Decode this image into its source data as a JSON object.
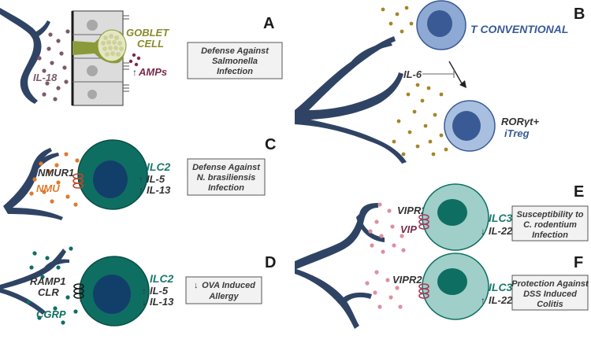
{
  "panels": {
    "a": {
      "letter": "A",
      "cytokine": "IL-18",
      "goblet_line1": "GOBLET",
      "goblet_line2": "CELL",
      "amps": "AMPs",
      "box": [
        "Defense Against",
        "Salmonella",
        "Infection"
      ]
    },
    "b": {
      "letter": "B",
      "cell_top": "T CONVENTIONAL",
      "cytokine": "IL-6",
      "cell_bottom_line1": "RORγt+",
      "cell_bottom_line2": "iTreg"
    },
    "c": {
      "letter": "C",
      "receptor": "NMUR1",
      "ligand": "NMU",
      "cell": "ILC2",
      "out1": "IL-5",
      "out2": "IL-13",
      "box": [
        "Defense Against",
        "N. brasiliensis",
        "Infection"
      ]
    },
    "d": {
      "letter": "D",
      "receptor1": "RAMP1",
      "receptor2": "CLR",
      "ligand": "CGRP",
      "cell": "ILC2",
      "out1": "IL-5",
      "out2": "IL-13",
      "box": [
        "OVA Induced",
        "Allergy"
      ]
    },
    "e": {
      "letter": "E",
      "receptor": "VIPR2",
      "ligand": "VIP",
      "cell": "ILC3",
      "out1": "IL-22",
      "box": [
        "Susceptibility to",
        "C. rodentium",
        "Infection"
      ]
    },
    "f": {
      "letter": "F",
      "receptor": "VIPR2",
      "cell": "ILC3",
      "out1": "IL-22",
      "box": [
        "Protection Against",
        "DSS Induced",
        "Colitis"
      ]
    }
  },
  "colors": {
    "nerve": "#2f4464",
    "ilc_cell": "#0f6e62",
    "ilc_nucleus": "#123f6a",
    "ilc3_cell": "#9fcfc8",
    "ilc3_nucleus": "#0f6e62",
    "t_cell": "#8ea9d3",
    "t_nucleus": "#3a5a95",
    "nmu_dot": "#e07a2e",
    "cgrp_dot": "#0f6e62",
    "vip_dot": "#df8f9f",
    "il6_dot": "#a68528",
    "il18_dot": "#7a5a6a",
    "goblet_label": "#8a8a2a",
    "amps_label": "#7a2a4a",
    "ilc_label": "#1a7a6e",
    "t_label": "#3a5a95"
  }
}
